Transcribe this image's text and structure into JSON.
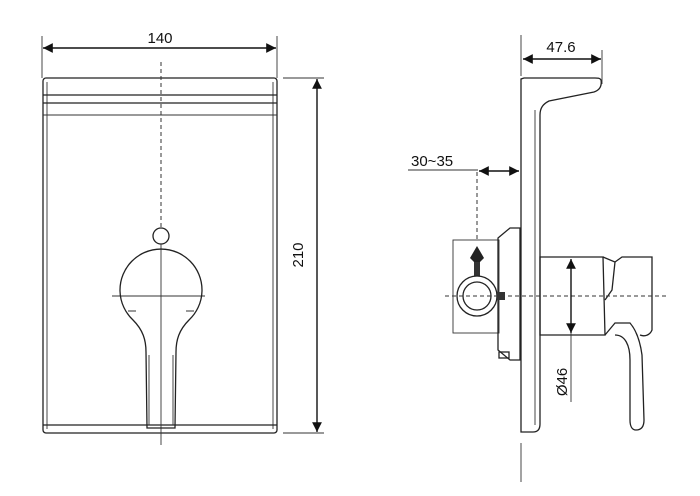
{
  "front_view": {
    "width_label": "140",
    "height_label": "210"
  },
  "side_view": {
    "depth_label": "47.6",
    "wall_gap_label": "30~35",
    "diameter_label": "Ø46"
  },
  "colors": {
    "line": "#222222",
    "background": "#ffffff"
  }
}
